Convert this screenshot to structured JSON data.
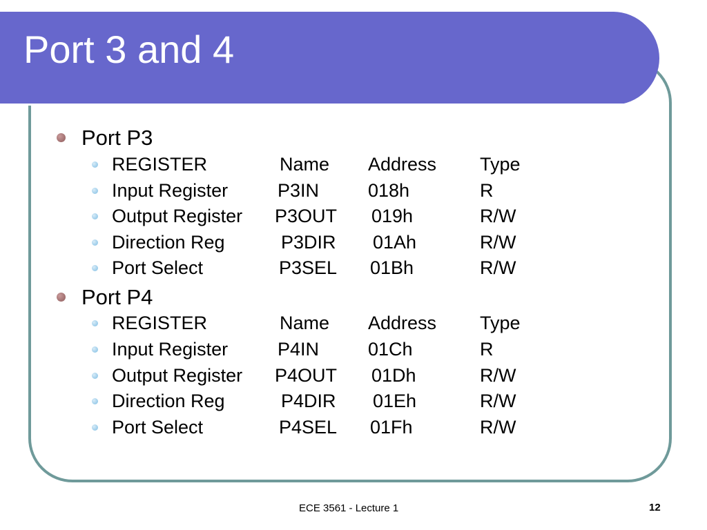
{
  "title": "Port 3 and 4",
  "sections": [
    {
      "heading": "Port P3",
      "rows": [
        {
          "register": "REGISTER",
          "name": "Name",
          "address": "Address",
          "type": "Type"
        },
        {
          "register": "Input Register",
          "name": "P3IN",
          "address": "018h",
          "type": "R"
        },
        {
          "register": "Output Register",
          "name": "P3OUT",
          "address": "019h",
          "type": "R/W"
        },
        {
          "register": "Direction Reg",
          "name": "P3DIR",
          "address": "01Ah",
          "type": "R/W"
        },
        {
          "register": "Port Select",
          "name": "P3SEL",
          "address": "01Bh",
          "type": "R/W"
        }
      ]
    },
    {
      "heading": "Port P4",
      "rows": [
        {
          "register": "REGISTER",
          "name": "Name",
          "address": "Address",
          "type": "Type"
        },
        {
          "register": "Input Register",
          "name": "P4IN",
          "address": "01Ch",
          "type": "R"
        },
        {
          "register": "Output Register",
          "name": "P4OUT",
          "address": "01Dh",
          "type": "R/W"
        },
        {
          "register": "Direction Reg",
          "name": "P4DIR",
          "address": "01Eh",
          "type": "R/W"
        },
        {
          "register": "Port Select",
          "name": "P4SEL",
          "address": "01Fh",
          "type": "R/W"
        }
      ]
    }
  ],
  "footer": "ECE 3561 - Lecture 1",
  "page_number": "12"
}
